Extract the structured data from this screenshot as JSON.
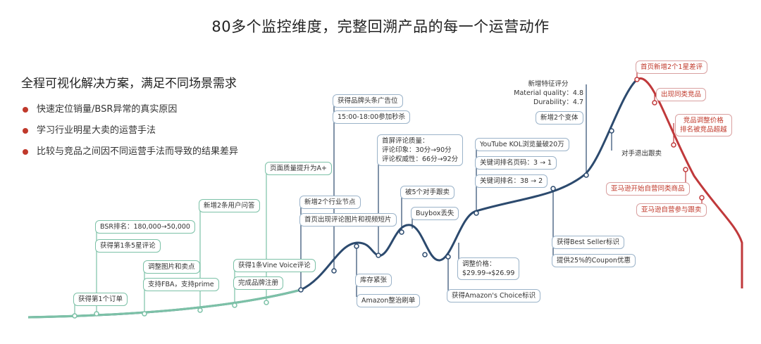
{
  "title": "80多个监控维度，完整回溯产品的每一个运营动作",
  "subtitle": "全程可视化解决方案，满足不同场景需求",
  "bullets": [
    "快速定位销量/BSR异常的真实原因",
    "学习行业明星大卖的运营手法",
    "比较与竞品之间因不同运营手法而导致的结果差异"
  ],
  "colors": {
    "green": "#7cc1a7",
    "navy": "#2c4a6e",
    "red": "#c0393b",
    "bullet": "#c0392b"
  },
  "labels": {
    "l1": "获得第1个订单",
    "l2": "BSR排名：180,000→50,000",
    "l3": "获得第1条5星评论",
    "l4": "调整图片和卖点",
    "l5": "支持FBA，支持prime",
    "l6": "新增2条用户问答",
    "l7": "获得1条Vine Voice评论",
    "l8": "完成品牌注册",
    "l9": "页面质量提升为A+",
    "l10": "新增2个行业节点",
    "l11": "首页出现评论图片和视频短片",
    "l12": "获得品牌头条广告位",
    "l13": "15:00-18:00参加秒杀",
    "l14": "库存紧张",
    "l15": "Amazon整治刷单",
    "l16a": "首屏评论质量：",
    "l16b": "评论印象：30分→90分",
    "l16c": "评论权威性：66分→92分",
    "l17": "被5个对手跟卖",
    "l18": "Buybox丢失",
    "l19": "获得Amazon's Choice标识",
    "l20a": "调整价格：",
    "l20b": "$29.99→$26.99",
    "l21": "YouTube KOL浏览量破20万",
    "l22": "关键词排名页码：3 → 1",
    "l23": "关键词排名：38 → 2",
    "l24a": "新增特征评分",
    "l24b": "Material quality：4.8",
    "l24c": "Durability：4.7",
    "l25": "新增2个变体",
    "l26": "获得Best Seller标识",
    "l27": "提供25%的Coupon优惠",
    "l28": "对手退出跟卖",
    "l29": "首页新增2个1星差评",
    "l30": "出现同类竞品",
    "l31a": "竞品调整价格",
    "l31b": "排名被竞品超越",
    "l32": "亚马逊开始自营同类商品",
    "l33": "亚马逊自营参与跟卖"
  }
}
